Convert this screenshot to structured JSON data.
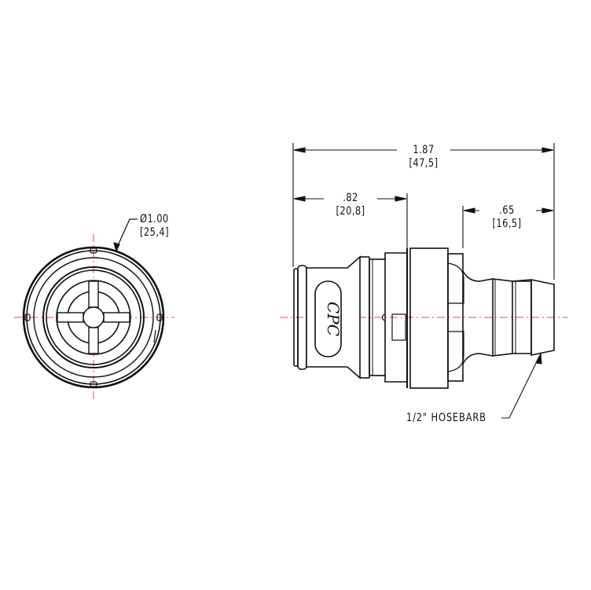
{
  "drawing": {
    "front_view": {
      "diameter_label": "Ø1.00",
      "diameter_metric": "[25,4]"
    },
    "side_view": {
      "overall_length": {
        "inch": "1.87",
        "metric": "[47,5]"
      },
      "coupling_length": {
        "inch": ".82",
        "metric": "[20,8]"
      },
      "barb_length": {
        "inch": ".65",
        "metric": "[16,5]"
      },
      "callout": "1/2\" HOSEBARB",
      "logo_text": "CPC"
    }
  },
  "colors": {
    "line": "#111111",
    "centerline": "#d9534f",
    "background": "#ffffff"
  }
}
